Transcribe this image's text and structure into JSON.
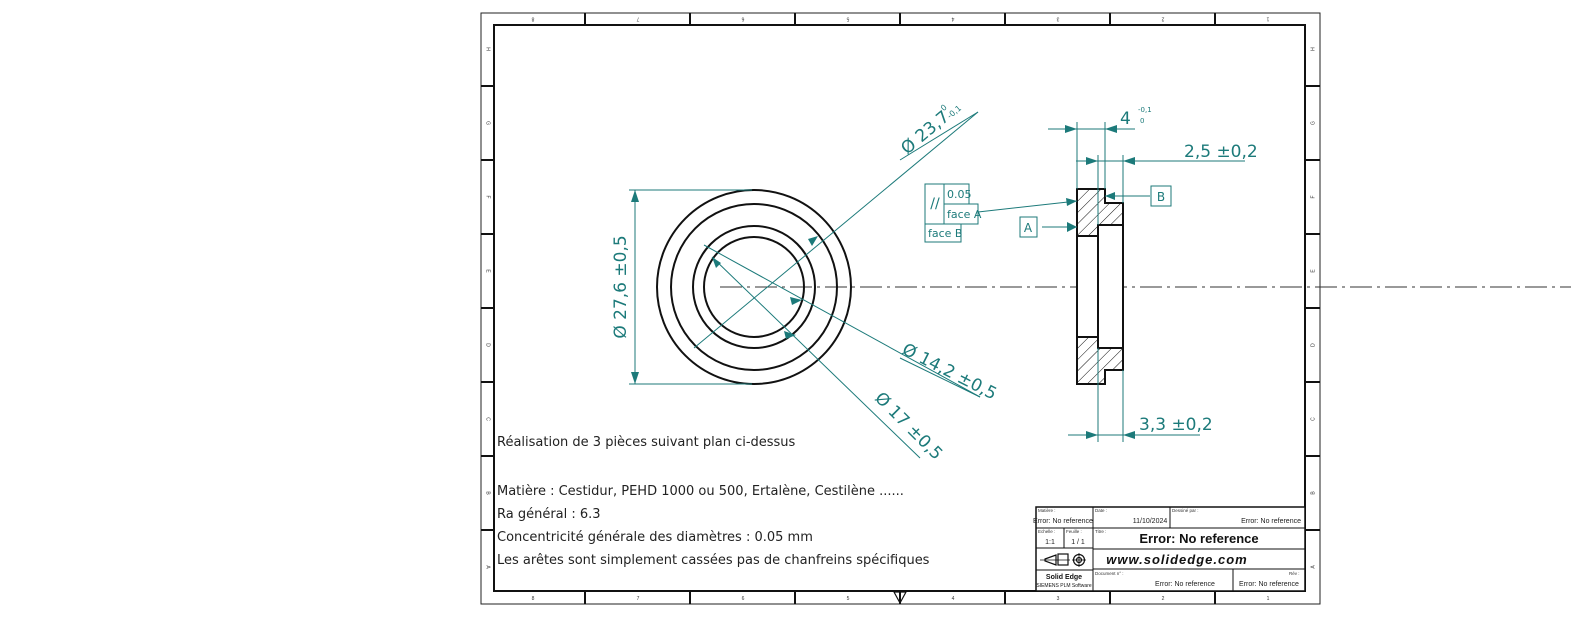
{
  "zones": {
    "columns": [
      "8",
      "7",
      "6",
      "5",
      "4",
      "3",
      "2",
      "1"
    ],
    "rows": [
      "H",
      "G",
      "F",
      "E",
      "D",
      "C",
      "B",
      "A"
    ]
  },
  "dimensions": {
    "outer_diameter": "Ø 27,6 ±0,5",
    "diameter_23_7": "Ø 23,7",
    "diameter_23_7_upper_tol": "0",
    "diameter_23_7_lower_tol": "-0,1",
    "diameter_14_2": "Ø 14,2 ±0,5",
    "diameter_17": "Ø 17 ±0,5",
    "thickness_4": "4",
    "thickness_4_upper_tol": "-0,1",
    "thickness_4_lower_tol": "0",
    "step_2_5": "2,5 ±0,2",
    "width_3_3": "3,3 ±0,2"
  },
  "tolerance_frame": {
    "symbol": "//",
    "value": "0.05",
    "face_a": "face A",
    "face_b": "face B"
  },
  "datums": {
    "a": "A",
    "b": "B"
  },
  "notes": [
    "Réalisation de 3 pièces suivant plan ci-dessus",
    "Matière : Cestidur, PEHD 1000 ou 500, Ertalène, Cestilène ......",
    "Ra général : 6.3",
    "Concentricité générale des diamètres : 0.05 mm",
    "Les arêtes sont simplement cassées pas de chanfreins spécifiques"
  ],
  "title_block": {
    "matiere_label": "Matière :",
    "matiere_value": "Error: No reference",
    "date_label": "Date :",
    "date_value": "11/10/2024",
    "dessine_label": "Dessiné par :",
    "dessine_value": "Error: No reference",
    "echelle_label": "Echelle :",
    "echelle_value": "1:1",
    "feuille_label": "Feuille :",
    "feuille_value": "1 / 1",
    "title_label": "Titre :",
    "title_value": "Error: No reference",
    "website": "www.solidedge.com",
    "brand": "Solid Edge",
    "brand_sub": "SIEMENS PLM Software",
    "document_label": "Document n° :",
    "document_value": "Error: No reference",
    "rev_label": "Rév :",
    "rev_value": "Error: No reference"
  },
  "colors": {
    "dimension": "#1c7a7a",
    "line": "#111111"
  }
}
